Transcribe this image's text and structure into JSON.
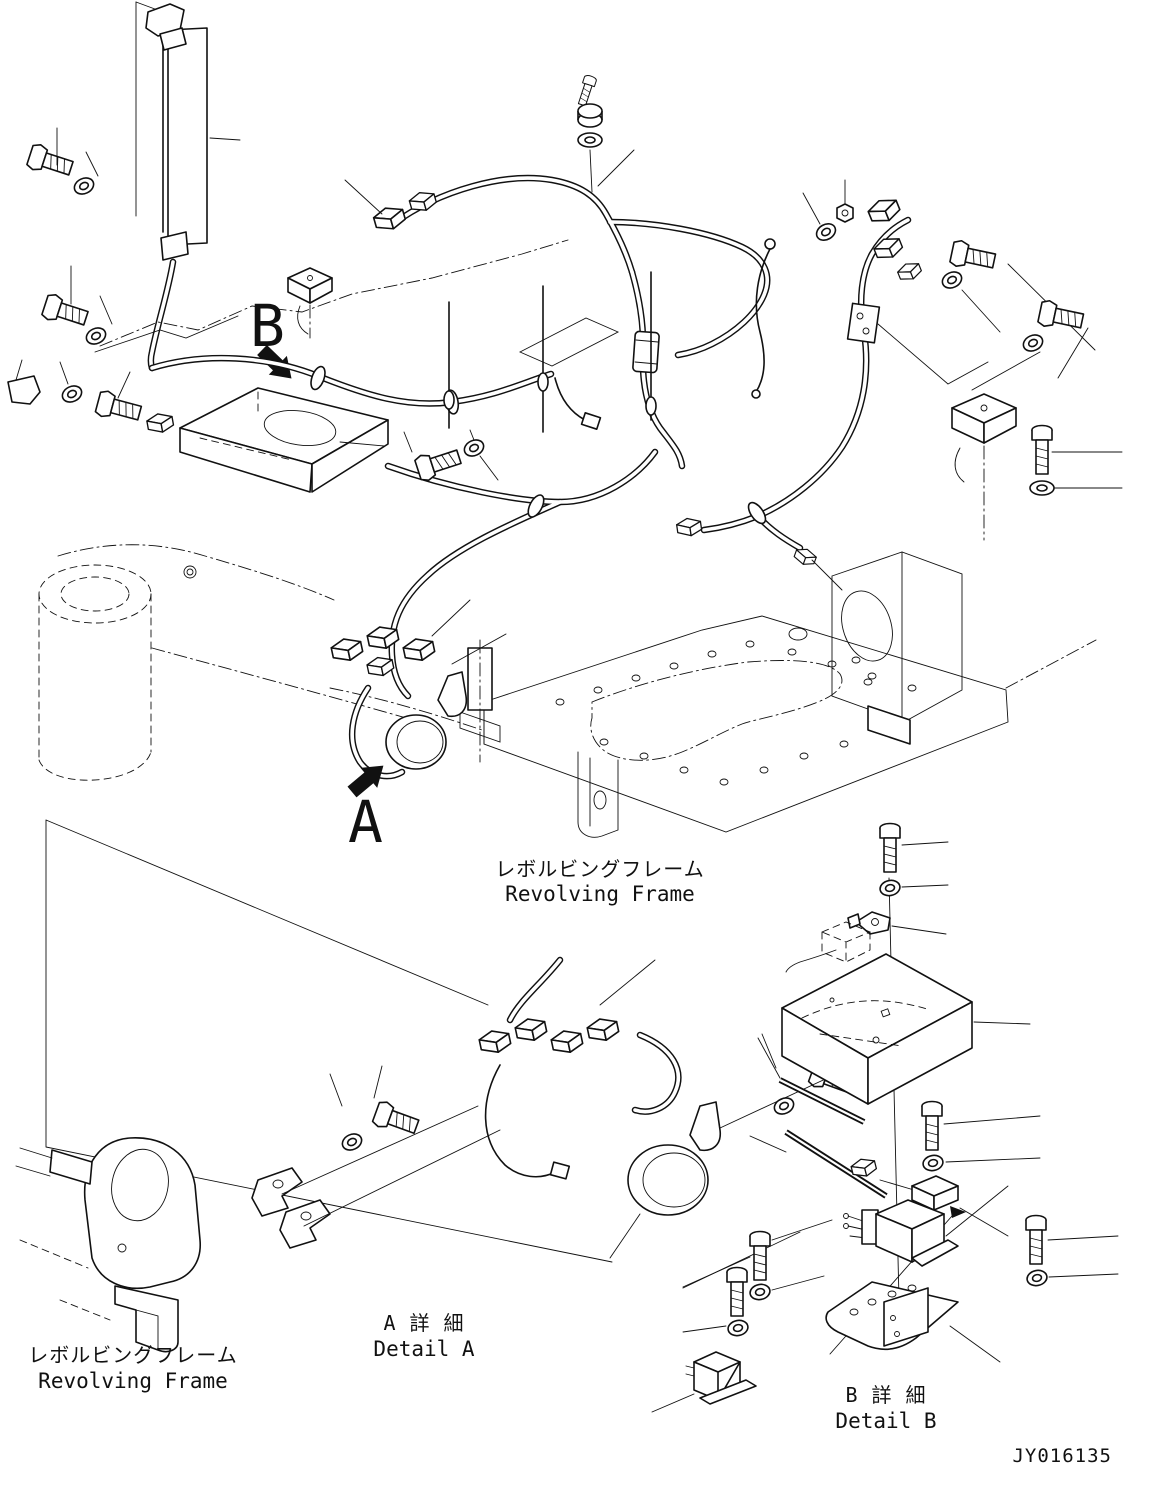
{
  "page": {
    "background": "#ffffff",
    "line_color": "#111111",
    "doc_number": "JY016135"
  },
  "markers": {
    "detail_b_pointer": {
      "letter": "B"
    },
    "detail_a_pointer": {
      "letter": "A"
    }
  },
  "labels": {
    "revolving_frame_center": {
      "jp": "レボルビングフレーム",
      "en": "Revolving Frame"
    },
    "revolving_frame_bottom_left": {
      "jp": "レボルビングフレーム",
      "en": "Revolving Frame"
    },
    "detail_a": {
      "jp": "A 詳 細",
      "en": "Detail A"
    },
    "detail_b": {
      "jp": "B 詳 細",
      "en": "Detail B"
    }
  }
}
